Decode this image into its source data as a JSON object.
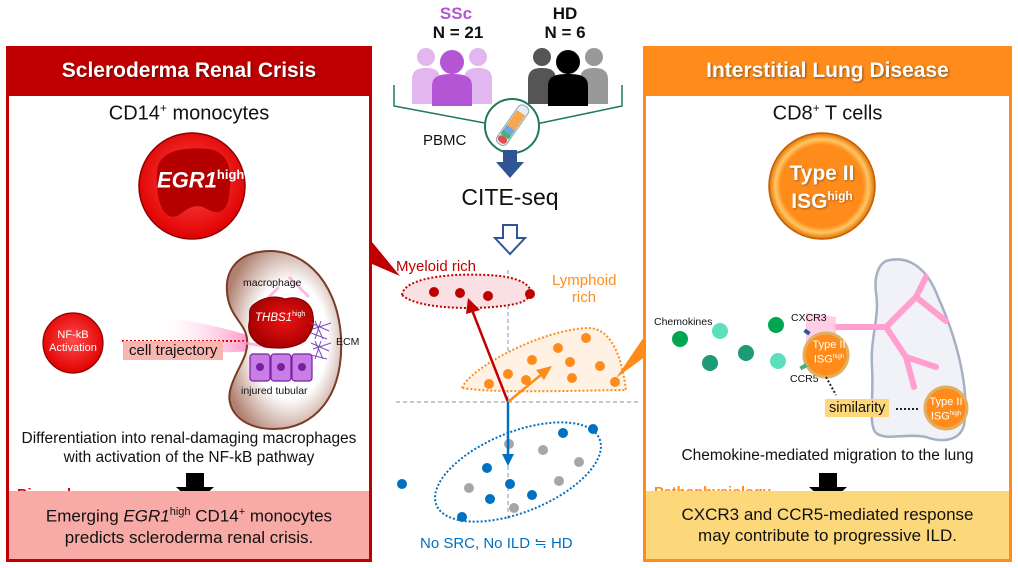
{
  "colors": {
    "src_red": "#c00000",
    "ild_orange": "#ff8c1a",
    "ssc_purple": "#b455d6",
    "hd_black": "#111111",
    "myeloid_red": "#c00000",
    "lymphoid_orange": "#ff8c1a",
    "healthy_blue": "#0070c0",
    "healthy_gray": "#a6a6a6",
    "arrow_navy": "#2f5597",
    "pbmc_green": "#1e7a5a",
    "biomarker_box": "#f8aaa7",
    "patho_box": "#fdd87a"
  },
  "left_panel": {
    "title": "Scleroderma Renal Crisis",
    "cell_type": "CD14",
    "cell_type_sup": "+",
    "cell_type_suffix": " monocytes",
    "cell_marker": "EGR1",
    "cell_marker_sup": "high",
    "nfkb_label_line1": "NF-kB",
    "nfkb_label_line2": "Activation",
    "trajectory_label": "cell trajectory",
    "kidney": {
      "macrophage_label": "macrophage",
      "thbs1_label": "THBS1",
      "thbs1_sup": "high",
      "ecm_label": "ECM",
      "tubular_label": "injured tubular"
    },
    "caption_line1": "Differentiation into renal-damaging macrophages",
    "caption_line2": "with activation of the NF-kB pathway",
    "section_tag": "Biomarker",
    "conclusion_pre": "Emerging ",
    "conclusion_marker": "EGR1",
    "conclusion_marker_sup": "high",
    "conclusion_mid": " CD14",
    "conclusion_mid_sup": "+",
    "conclusion_post": " monocytes",
    "conclusion_line2": "predicts scleroderma renal crisis."
  },
  "center": {
    "ssc_label": "SSc",
    "ssc_n": "N = 21",
    "hd_label": "HD",
    "hd_n": "N = 6",
    "sample_label": "PBMC",
    "method_label": "CITE-seq",
    "myeloid_label": "Myeloid rich",
    "lymphoid_label_line1": "Lymphoid",
    "lymphoid_label_line2": "rich",
    "healthy_label": "No SRC, No ILD ≒ HD",
    "clusters": {
      "myeloid_points": 4,
      "lymphoid_points": 10,
      "healthy_blue_points": 8,
      "healthy_gray_points": 6
    }
  },
  "right_panel": {
    "title": "Interstitial Lung Disease",
    "cell_type": "CD8",
    "cell_type_sup": "+",
    "cell_type_suffix": " T cells",
    "cell_marker_line1": "Type II",
    "cell_marker_line2": "ISG",
    "cell_marker_sup": "high",
    "chemokines_label": "Chemokines",
    "cxcr3_label": "CXCR3",
    "ccr5_label": "CCR5",
    "small_cell_line1": "Type II",
    "small_cell_line2": "ISG",
    "small_cell_sup": "high",
    "similarity_label": "similarity",
    "caption": "Chemokine-mediated migration to the lung",
    "section_tag": "Pathophysiology",
    "conclusion_line1": "CXCR3 and CCR5-mediated response",
    "conclusion_line2": "may contribute to progressive ILD."
  }
}
